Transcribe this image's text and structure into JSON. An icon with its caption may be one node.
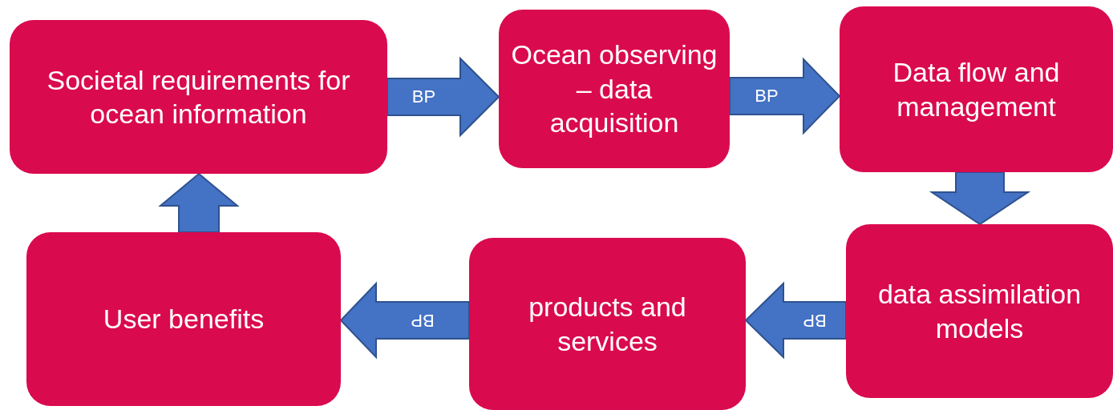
{
  "diagram": {
    "nodes": [
      {
        "text": [
          "Societal requirements for ocean information"
        ]
      },
      {
        "text": [
          "Ocean observing – data acquisition"
        ]
      },
      {
        "text": [
          "Data flow and management"
        ]
      },
      {
        "text": [
          "data assimilation models"
        ]
      },
      {
        "text": [
          "products and services"
        ]
      },
      {
        "text": [
          "User benefits"
        ]
      }
    ],
    "edges": [
      {
        "from": 0,
        "to": 1,
        "arrow": "to",
        "label": "BP"
      },
      {
        "from": 1,
        "to": 2,
        "arrow": "to",
        "label": "BP"
      },
      {
        "from": 2,
        "to": 3,
        "arrow": "to"
      },
      {
        "from": 3,
        "to": 4,
        "arrow": "to",
        "label": "BP"
      },
      {
        "from": 4,
        "to": 5,
        "arrow": "to",
        "label": "BP"
      },
      {
        "from": 5,
        "to": 0,
        "arrow": "to"
      }
    ]
  }
}
